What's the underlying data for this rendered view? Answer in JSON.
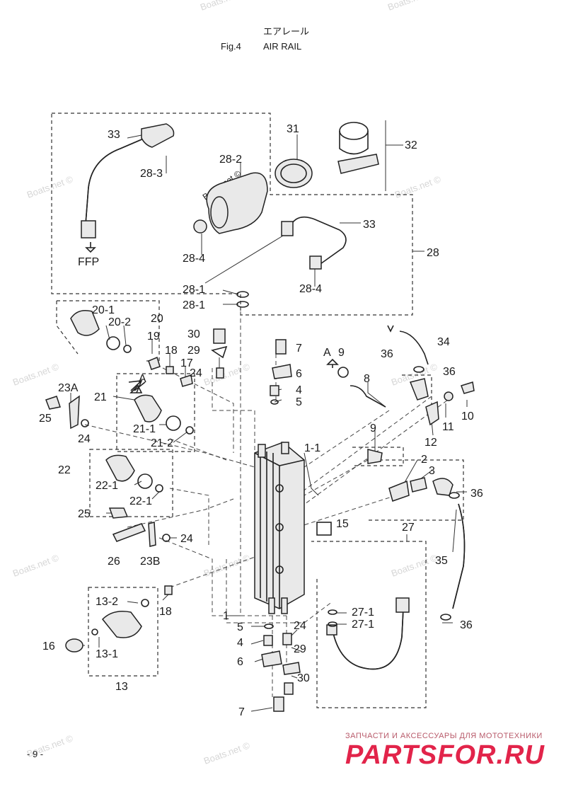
{
  "header": {
    "title_jp": "エアレール",
    "fig": "Fig.4",
    "title_en": "AIR RAIL"
  },
  "labels": [
    "33",
    "28-3",
    "28-2",
    "31",
    "32",
    "33",
    "28",
    "28-4",
    "28-4",
    "28-1",
    "28-1",
    "FFP",
    "20-1",
    "20-2",
    "20",
    "19",
    "18",
    "17",
    "30",
    "29",
    "7",
    "24",
    "6",
    "4",
    "5",
    "A",
    "9",
    "8",
    "34",
    "36",
    "36",
    "23A",
    "21",
    "25",
    "24",
    "21-1",
    "21-2",
    "1-1",
    "9",
    "10",
    "11",
    "12",
    "22",
    "22-1",
    "22-1",
    "2",
    "3",
    "36",
    "25",
    "24",
    "26",
    "23B",
    "15",
    "27",
    "35",
    "13-2",
    "18",
    "1",
    "5",
    "24",
    "27-1",
    "27-1",
    "4",
    "29",
    "16",
    "13-1",
    "6",
    "30",
    "13",
    "7",
    "36",
    "A"
  ],
  "watermarks": [
    "Boats.net ©"
  ],
  "footer": {
    "page": "- 9 -",
    "brand_sub": "ЗАПЧАСТИ И АКСЕССУАРЫ ДЛЯ МОТОТЕХНИКИ",
    "brand_main": "PARTSFOR.RU"
  },
  "colors": {
    "brand": "#e2244a",
    "line": "#222222",
    "watermark": "#d6d6d6"
  }
}
